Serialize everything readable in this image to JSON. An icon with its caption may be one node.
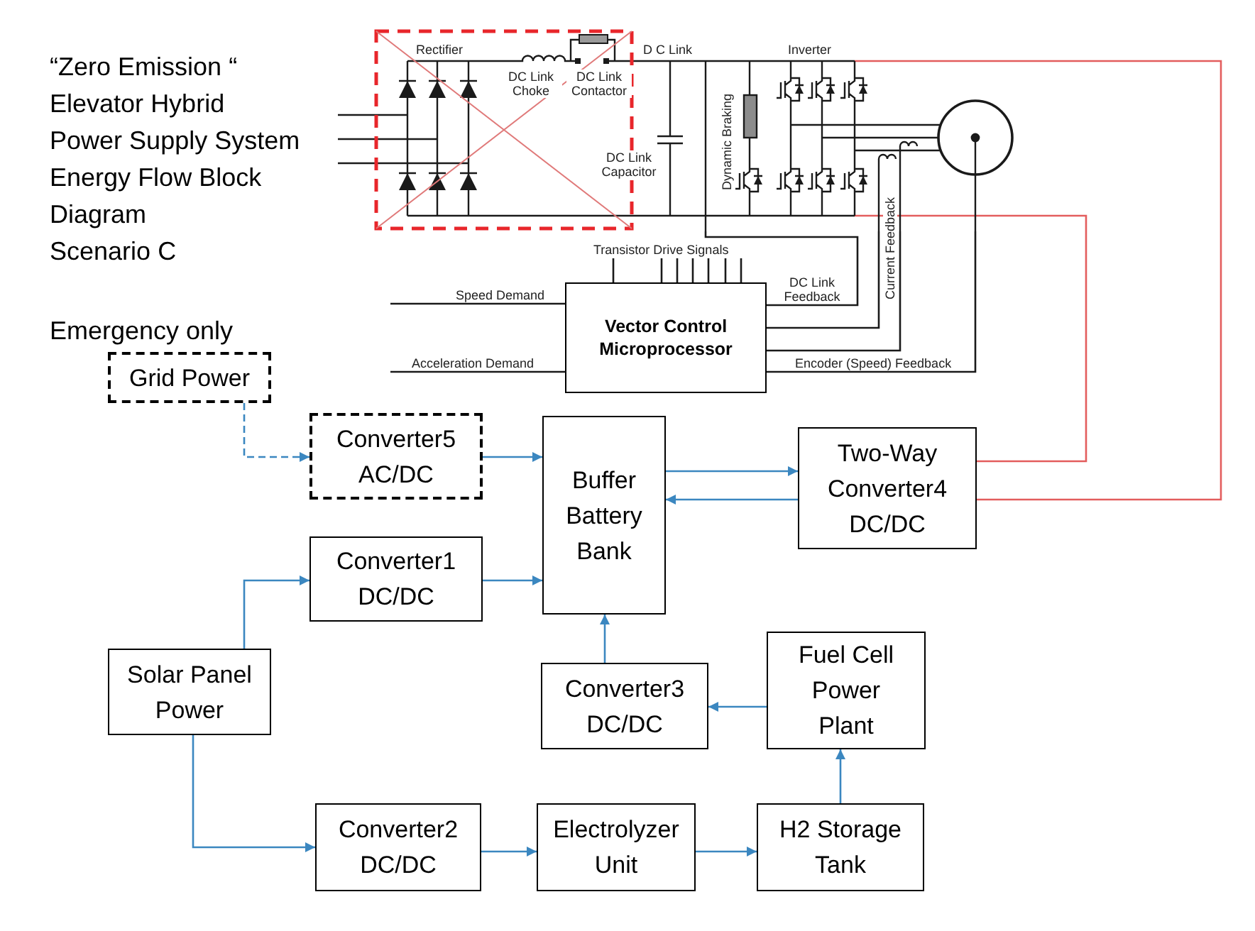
{
  "diagram": {
    "title": "“Zero Emission “ Elevator Hybrid Power Supply System Energy Flow Block Diagram Scenario C",
    "nodes": [
      {
        "text": [],
        "shape": "picture"
      },
      {
        "text": [
          "Vector Control Microprocessor"
        ]
      },
      {
        "text": [
          "Grid Power"
        ],
        "beside": [
          "Emergency only"
        ]
      },
      {
        "text": [
          "Converter5 AC/DC"
        ]
      },
      {
        "text": [
          "Buffer Battery Bank"
        ]
      },
      {
        "text": [
          "Two-Way Converter4 DC/DC"
        ]
      },
      {
        "text": [
          "Converter1 DC/DC"
        ]
      },
      {
        "text": [
          "Solar Panel Power"
        ]
      },
      {
        "text": [
          "Converter3 DC/DC"
        ]
      },
      {
        "text": [
          "Fuel Cell Power Plant"
        ]
      },
      {
        "text": [
          "Converter2 DC/DC"
        ]
      },
      {
        "text": [
          "Electrolyzer Unit"
        ]
      },
      {
        "text": [
          "H2 Storage Tank"
        ]
      },
      {
        "text": [
          "Transistor Drive Signals"
        ]
      }
    ],
    "edges": [
      {
        "from": 2,
        "to": 3,
        "arrow": "to",
        "style": "dashed",
        "color": "#3b87c0"
      },
      {
        "from": 3,
        "to": 4,
        "arrow": "to",
        "color": "#3b87c0"
      },
      {
        "from": 7,
        "to": 6,
        "arrow": "to",
        "color": "#3b87c0"
      },
      {
        "from": 6,
        "to": 4,
        "arrow": "to",
        "color": "#3b87c0"
      },
      {
        "from": 4,
        "to": 5,
        "arrow": "to",
        "color": "#3b87c0"
      },
      {
        "from": 5,
        "to": 4,
        "arrow": "to",
        "color": "#3b87c0"
      },
      {
        "from": 7,
        "to": 10,
        "arrow": "to",
        "color": "#3b87c0"
      },
      {
        "from": 10,
        "to": 11,
        "arrow": "to",
        "color": "#3b87c0"
      },
      {
        "from": 11,
        "to": 12,
        "arrow": "to",
        "color": "#3b87c0"
      },
      {
        "from": 12,
        "to": 9,
        "arrow": "to",
        "color": "#3b87c0"
      },
      {
        "from": 9,
        "to": 8,
        "arrow": "to",
        "color": "#3b87c0"
      },
      {
        "from": 8,
        "to": 4,
        "arrow": "to",
        "color": "#3b87c0"
      },
      {
        "from": 5,
        "to": 0,
        "arrow": "none",
        "color": "#e35d5d"
      },
      {
        "from": 5,
        "to": 0,
        "arrow": "none",
        "color": "#e35d5d"
      },
      {
        "from": 0,
        "to": 1,
        "arrow": "none",
        "label": "DC Link Feedback"
      },
      {
        "from": 0,
        "to": 1,
        "arrow": "none",
        "label": "Current Feedback"
      },
      {
        "from": 0,
        "to": 1,
        "arrow": "none"
      },
      {
        "from": 0,
        "to": 1,
        "arrow": "none",
        "label": "Encoder (Speed) Feedback"
      },
      {
        "from": null,
        "to": 1,
        "arrow": "none",
        "label": "Speed Demand"
      },
      {
        "from": null,
        "to": 1,
        "arrow": "none",
        "label": "Acceleration Demand"
      },
      {
        "from": 13,
        "to": 1,
        "arrow": "none"
      },
      {
        "from": 13,
        "to": 1,
        "arrow": "none"
      },
      {
        "from": 13,
        "to": 1,
        "arrow": "none"
      },
      {
        "from": 13,
        "to": 1,
        "arrow": "none"
      },
      {
        "from": 13,
        "to": 1,
        "arrow": "none"
      },
      {
        "from": 13,
        "to": 1,
        "arrow": "none"
      },
      {
        "from": 13,
        "to": 1,
        "arrow": "none"
      }
    ],
    "labels": [
      "Rectifier",
      "D C Link",
      "Inverter",
      "DC Link Choke",
      "DC Link Contactor",
      "Dynamic Braking",
      "DC Link Capacitor"
    ]
  }
}
